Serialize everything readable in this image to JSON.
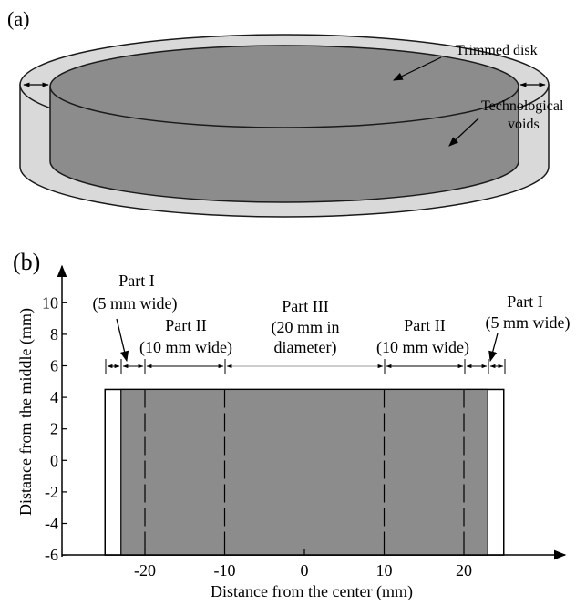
{
  "panel_a": {
    "label": "(a)",
    "callouts": {
      "trimmed_disk": "Trimmed disk",
      "voids_line1": "Technological",
      "voids_line2": "voids"
    }
  },
  "panel_b": {
    "label": "(b)",
    "x_axis_label": "Distance from the center (mm)",
    "y_axis_label": "Distance from the middle (mm)",
    "x_ticks": [
      -20,
      -10,
      0,
      10,
      20
    ],
    "y_ticks": [
      -6,
      -4,
      -2,
      0,
      2,
      4,
      6,
      8,
      10
    ],
    "x_tick_labels": [
      "-20",
      "-10",
      "0",
      "10",
      "20"
    ],
    "y_tick_labels": [
      "-6",
      "-4",
      "-2",
      "0",
      "2",
      "4",
      "6",
      "8",
      "10"
    ],
    "outer_extent_x": [
      -25,
      25
    ],
    "specimen_height": [
      -6,
      4.5
    ],
    "shaded_extent_x": [
      -23,
      23
    ],
    "dashed_dividers_x": [
      -20,
      -10,
      10,
      20
    ],
    "parts": {
      "left_part1_line1": "Part I",
      "left_part1_line2": "(5 mm wide)",
      "left_part2_line1": "Part II",
      "left_part2_line2": "(10 mm wide)",
      "part3_line1": "Part III",
      "part3_line2": "(20 mm in",
      "part3_line3": "diameter)",
      "right_part2_line1": "Part II",
      "right_part2_line2": "(10 mm wide)",
      "right_part1_line1": "Part I",
      "right_part1_line2": "(5 mm wide)"
    },
    "colors": {
      "shaded": "#8c8c8c",
      "void": "#ffffff"
    }
  }
}
